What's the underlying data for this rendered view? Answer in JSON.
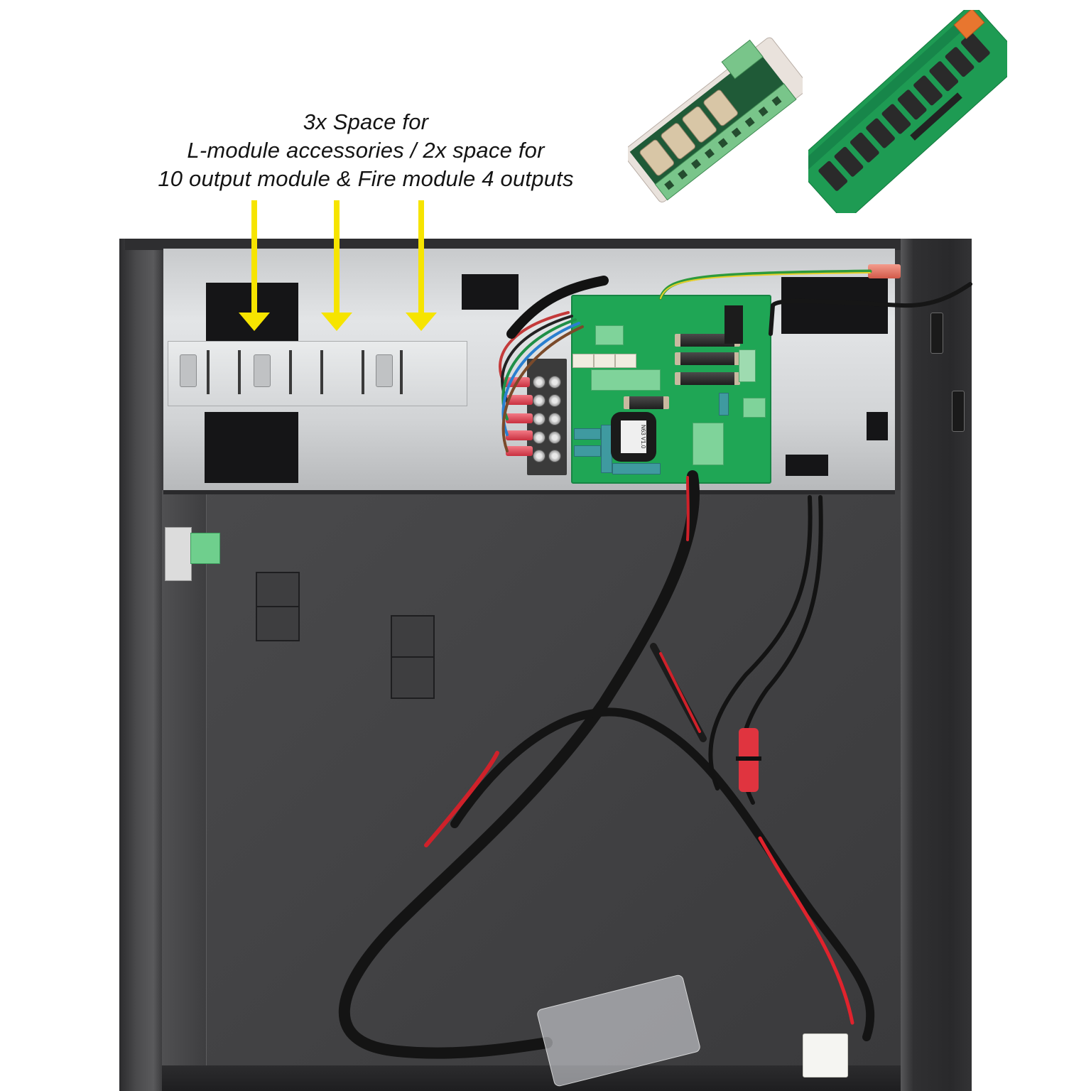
{
  "caption": {
    "lines": [
      "3x Space for",
      "L-module accessories / 2x space for",
      "10 output module & Fire module 4 outputs"
    ]
  },
  "annotations": {
    "arrow_color": "#f6e400",
    "arrow_count": 3
  },
  "board": {
    "choke_label": "N63 V1.0"
  },
  "colors": {
    "background": "#ffffff",
    "cabinet": "#3b3b3d",
    "pcb": "#1fa655",
    "caption_text": "#141414"
  }
}
